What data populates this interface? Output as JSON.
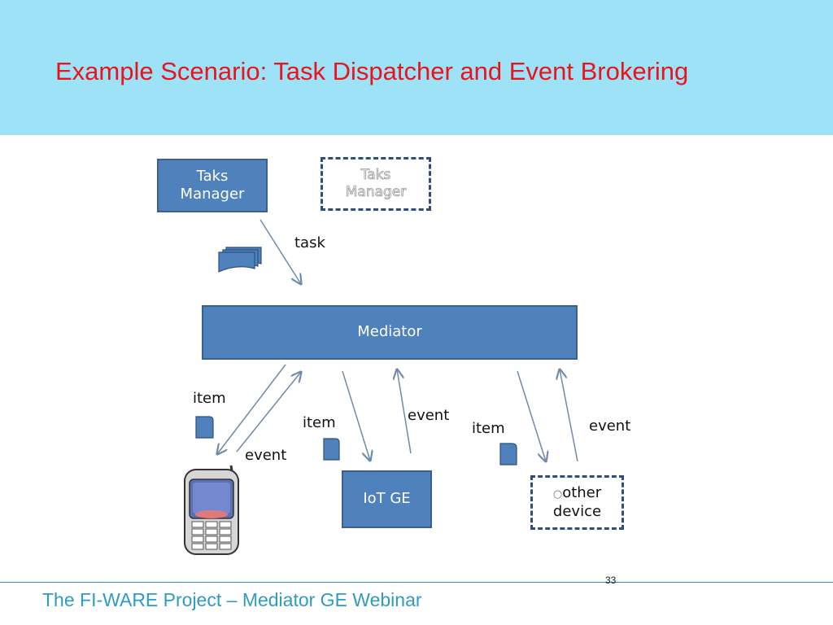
{
  "slide": {
    "title": "Example Scenario: Task Dispatcher and Event Brokering",
    "page_number": "33",
    "footer": "The FI-WARE Project – Mediator GE Webinar"
  },
  "nodes": {
    "task_manager": "Taks\nManager",
    "task_manager_ghost": "Taks\nManager",
    "mediator": "Mediator",
    "iot_ge": "IoT GE",
    "other_device_bullet": "○",
    "other_device_text": "other\ndevice"
  },
  "edges": {
    "task": "task",
    "item_mobile": "item",
    "event_mobile": "event",
    "item_iot": "item",
    "event_iot": "event",
    "item_other": "item",
    "event_other": "event"
  },
  "colors": {
    "header_bg": "#9ee2f8",
    "title": "#e8151c",
    "box_fill": "#4f81bd",
    "arrow": "#6f8aa8",
    "footer_text": "#2f9bc4"
  }
}
